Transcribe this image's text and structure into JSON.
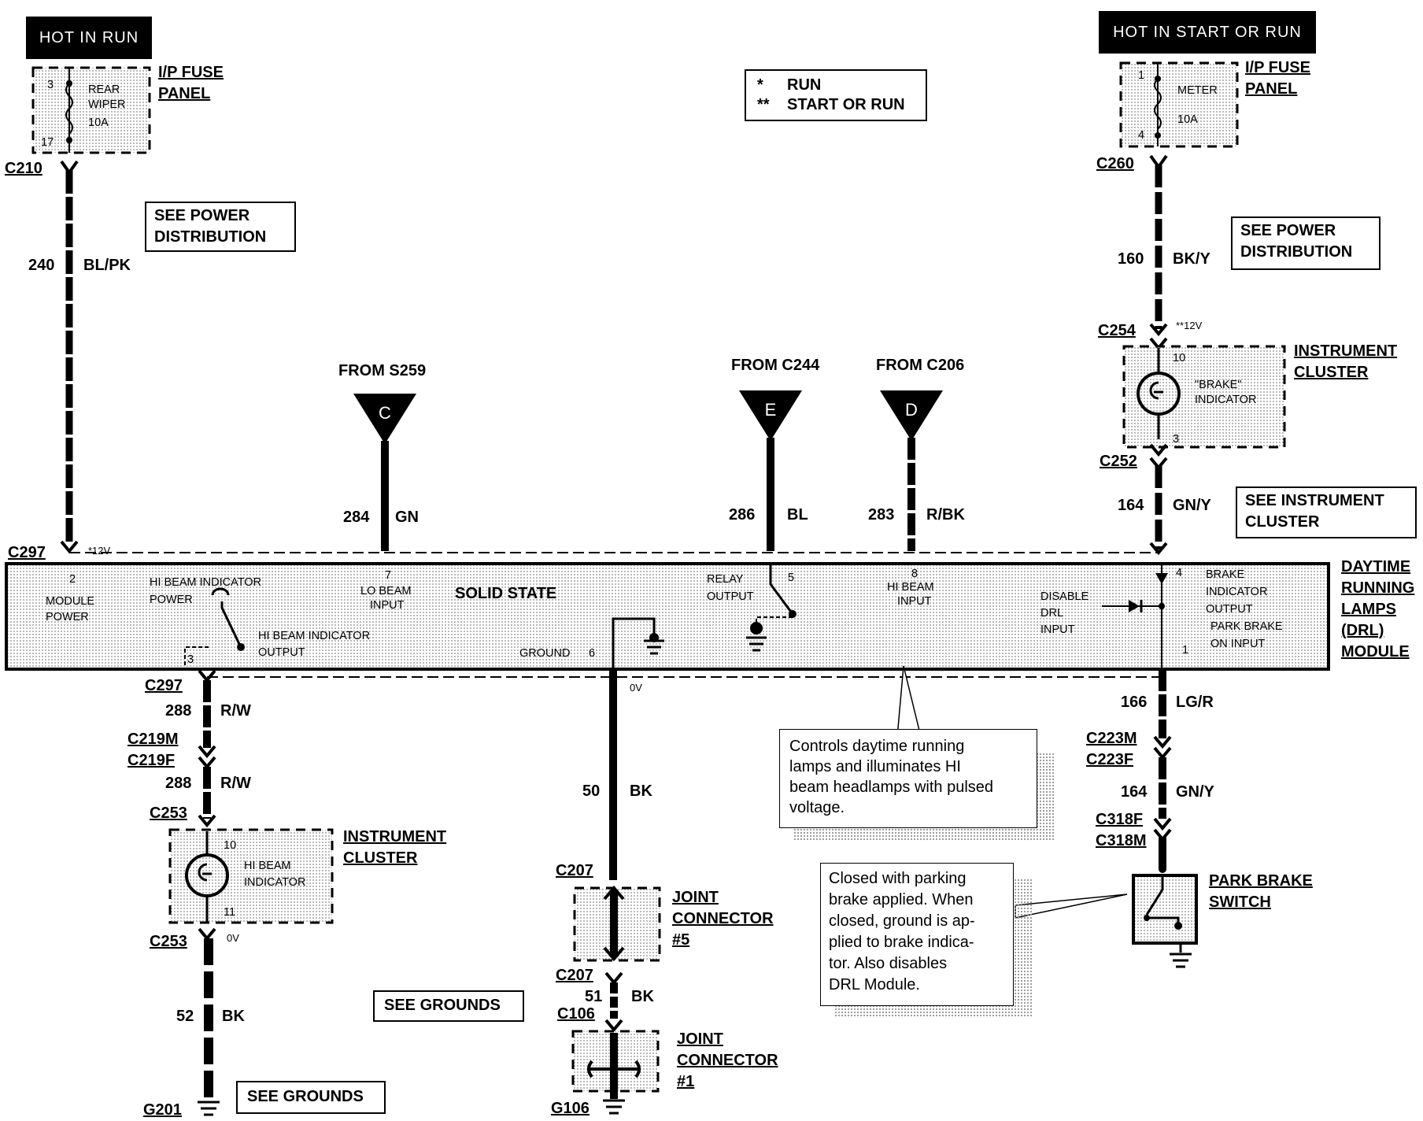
{
  "power_headers": {
    "left": "HOT IN RUN",
    "right": "HOT IN START OR RUN"
  },
  "legend": {
    "run_symbol": "*",
    "run_label": "RUN",
    "start_symbol": "**",
    "start_label": "START OR RUN"
  },
  "fuse_left": {
    "pin_in": "3",
    "pin_out": "17",
    "name_1": "REAR",
    "name_2": "WIPER",
    "rating": "10A",
    "panel_1": "I/P FUSE",
    "panel_2": "PANEL",
    "connector": "C210"
  },
  "fuse_right": {
    "pin_in": "1",
    "pin_out": "4",
    "name": "METER",
    "rating": "10A",
    "panel_1": "I/P FUSE",
    "panel_2": "PANEL",
    "connector": "C260"
  },
  "ref_boxes": {
    "power_left_1": "SEE POWER",
    "power_left_2": "DISTRIBUTION",
    "power_right_1": "SEE POWER",
    "power_right_2": "DISTRIBUTION",
    "instrument_1": "SEE INSTRUMENT",
    "instrument_2": "CLUSTER",
    "grounds_1": "SEE GROUNDS",
    "grounds_2": "SEE GROUNDS"
  },
  "wires": {
    "w240": {
      "circuit": "240",
      "color": "BL/PK"
    },
    "w160": {
      "circuit": "160",
      "color": "BK/Y"
    },
    "w284": {
      "circuit": "284",
      "color": "GN"
    },
    "w286": {
      "circuit": "286",
      "color": "BL"
    },
    "w283": {
      "circuit": "283",
      "color": "R/BK"
    },
    "w164a": {
      "circuit": "164",
      "color": "GN/Y"
    },
    "w288a": {
      "circuit": "288",
      "color": "R/W"
    },
    "w288b": {
      "circuit": "288",
      "color": "R/W"
    },
    "w50": {
      "circuit": "50",
      "color": "BK"
    },
    "w166": {
      "circuit": "166",
      "color": "LG/R"
    },
    "w164b": {
      "circuit": "164",
      "color": "GN/Y"
    },
    "w52": {
      "circuit": "52",
      "color": "BK"
    },
    "w51": {
      "circuit": "51",
      "color": "BK"
    }
  },
  "sources": {
    "c": {
      "from": "FROM S259",
      "letter": "C"
    },
    "e": {
      "from": "FROM C244",
      "letter": "E"
    },
    "d": {
      "from": "FROM C206",
      "letter": "D"
    }
  },
  "connectors": {
    "c297_top": "C297",
    "c297_bot": "C297",
    "c254": "C254",
    "c252": "C252",
    "c219m": "C219M",
    "c219f": "C219F",
    "c253_top": "C253",
    "c253_bot": "C253",
    "c207_top": "C207",
    "c207_bot": "C207",
    "c106": "C106",
    "g106": "G106",
    "g201": "G201",
    "c223m": "C223M",
    "c223f": "C223F",
    "c318f": "C318F",
    "c318m": "C318M"
  },
  "voltages": {
    "top_left": "*12V",
    "top_right": "**12V",
    "ground": "0V",
    "cluster_ground": "0V"
  },
  "cluster_top": {
    "pin_in": "10",
    "pin_out": "3",
    "name_1": "\"BRAKE\"",
    "name_2": "INDICATOR",
    "label_1": "INSTRUMENT",
    "label_2": "CLUSTER"
  },
  "cluster_bottom": {
    "pin_in": "10",
    "pin_out": "11",
    "name_1": "HI BEAM",
    "name_2": "INDICATOR",
    "label_1": "INSTRUMENT",
    "label_2": "CLUSTER"
  },
  "module": {
    "title_1": "DAYTIME",
    "title_2": "RUNNING",
    "title_3": "LAMPS",
    "title_4": "(DRL)",
    "title_5": "MODULE",
    "solid_state": "SOLID STATE",
    "pin2": "2",
    "module_power_1": "MODULE",
    "module_power_2": "POWER",
    "hi_ind_power_1": "HI BEAM INDICATOR",
    "hi_ind_power_2": "POWER",
    "pin3": "3",
    "hi_ind_out_1": "HI BEAM INDICATOR",
    "hi_ind_out_2": "OUTPUT",
    "pin7": "7",
    "lo_beam_1": "LO BEAM",
    "lo_beam_2": "INPUT",
    "ground_label": "GROUND",
    "pin6": "6",
    "relay_1": "RELAY",
    "relay_2": "OUTPUT",
    "pin5": "5",
    "pin8": "8",
    "hi_beam_1": "HI  BEAM",
    "hi_beam_2": "INPUT",
    "disable_1": "DISABLE",
    "disable_2": "DRL",
    "disable_3": "INPUT",
    "pin4": "4",
    "brake_1": "BRAKE",
    "brake_2": "INDICATOR",
    "brake_3": "OUTPUT",
    "park_1": "PARK BRAKE",
    "park_2": "ON INPUT",
    "pin1": "1"
  },
  "joints": {
    "j5_1": "JOINT",
    "j5_2": "CONNECTOR",
    "j5_3": "#5",
    "j1_1": "JOINT",
    "j1_2": "CONNECTOR",
    "j1_3": "#1"
  },
  "park_switch": {
    "label_1": "PARK BRAKE",
    "label_2": "SWITCH"
  },
  "notes": {
    "drl_1": "Controls    daytime    running",
    "drl_2": "lamps   and   illuminates   HI",
    "drl_3": "beam headlamps with pulsed",
    "drl_4": "voltage.",
    "park_1": "Closed  with  parking",
    "park_2": "brake applied. When",
    "park_3": "closed, ground is ap-",
    "park_4": "plied to brake indica-",
    "park_5": "tor.    Also    disables",
    "park_6": "DRL Module."
  }
}
